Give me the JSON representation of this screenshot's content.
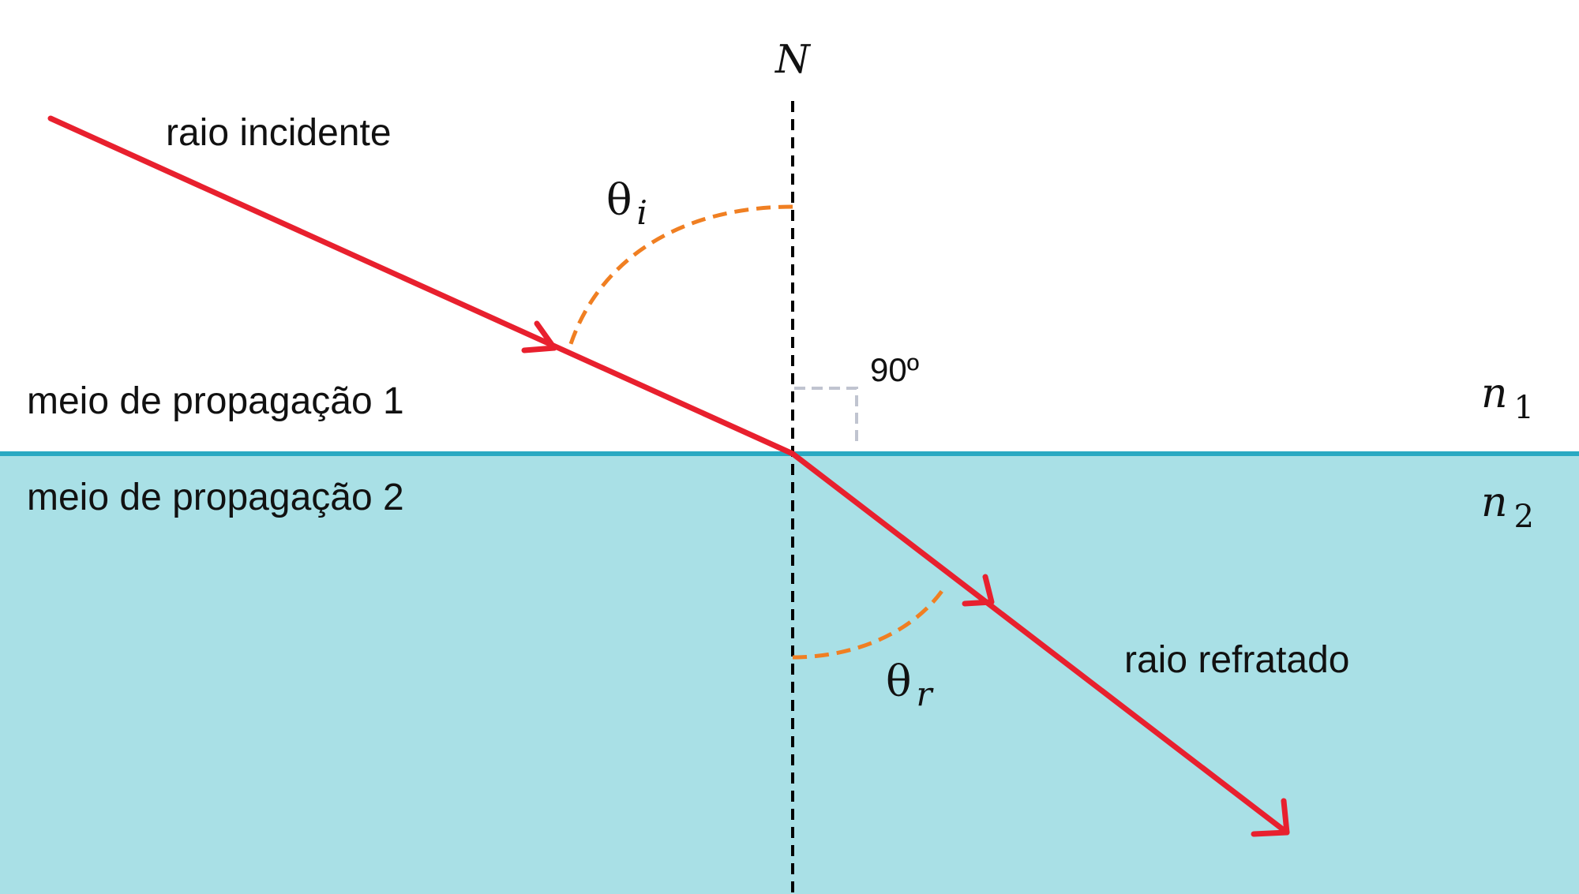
{
  "diagram": {
    "normal_label": "N",
    "incident_label": "raio incidente",
    "refracted_label": "raio refratado",
    "medium1_label": "meio de propagação 1",
    "medium2_label": "meio de propagação 2",
    "right_angle_label": "90º",
    "theta_symbol": "θ",
    "theta_i_subscript": "i",
    "theta_r_subscript": "r",
    "n_symbol": "n",
    "n1_subscript": "1",
    "n2_subscript": "2"
  },
  "colors": {
    "ray": "#e8202e",
    "angle_arc": "#f07f22",
    "medium2_fill": "#a9e0e6",
    "interface_line": "#29a9c2",
    "normal_line": "#000000",
    "right_angle_marker": "#c0c4d0"
  }
}
